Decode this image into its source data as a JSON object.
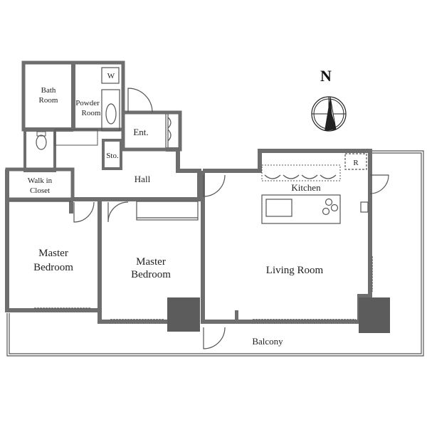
{
  "rooms": {
    "bath": [
      "Bath",
      "Room"
    ],
    "powder": [
      "Powder",
      "Room"
    ],
    "entrance": "Ent.",
    "storage": "Sto.",
    "walk_in": [
      "Walk in",
      "Closet"
    ],
    "hall": "Hall",
    "kitchen": "Kitchen",
    "master1": [
      "Master",
      "Bedroom"
    ],
    "master2": [
      "Master",
      "Bedroom"
    ],
    "living": "Living Room",
    "balcony": "Balcony",
    "washer": "W",
    "refrigerator": "R"
  },
  "compass": {
    "north_label": "N"
  }
}
